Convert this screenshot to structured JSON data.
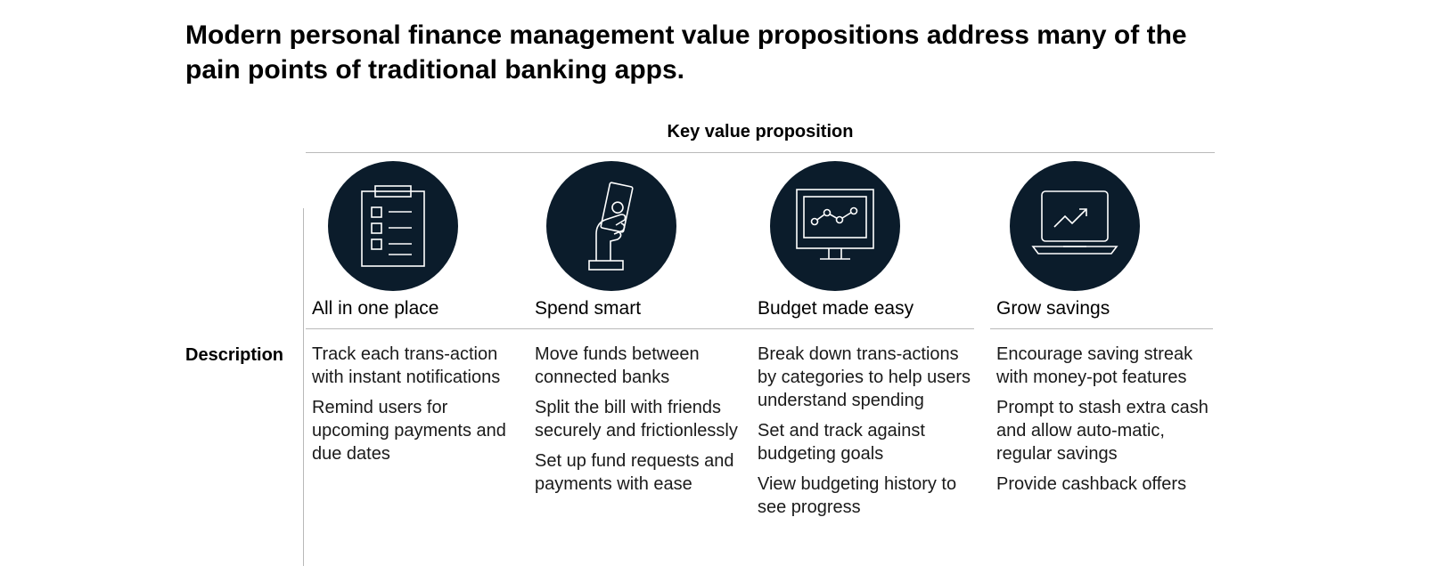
{
  "title": "Modern personal finance management value propositions address many of the pain points of traditional banking apps.",
  "header_label": "Key value proposition",
  "row_label": "Description",
  "columns": [
    {
      "icon": "checklist-clipboard-icon",
      "title": "All in one place",
      "items": [
        "Track each trans-action with instant notifications",
        "Remind users for upcoming payments and due dates"
      ]
    },
    {
      "icon": "hand-holding-money-icon",
      "title": "Spend smart",
      "items": [
        "Move funds between connected banks",
        "Split the bill with friends securely and frictionlessly",
        "Set up fund requests and payments with ease"
      ]
    },
    {
      "icon": "monitor-line-graph-icon",
      "title": "Budget made easy",
      "items": [
        "Break down trans-actions by categories to help users understand spending",
        "Set and track against budgeting goals",
        "View budgeting history to see progress"
      ]
    },
    {
      "icon": "laptop-growth-arrow-icon",
      "title": "Grow savings",
      "items": [
        "Encourage saving streak with money-pot features",
        "Prompt to stash extra cash and allow auto-matic, regular savings",
        "Provide cashback offers"
      ]
    }
  ],
  "colors": {
    "icon_circle": "#0b1c2b",
    "rule": "#b9b9b9",
    "text": "#000000"
  }
}
